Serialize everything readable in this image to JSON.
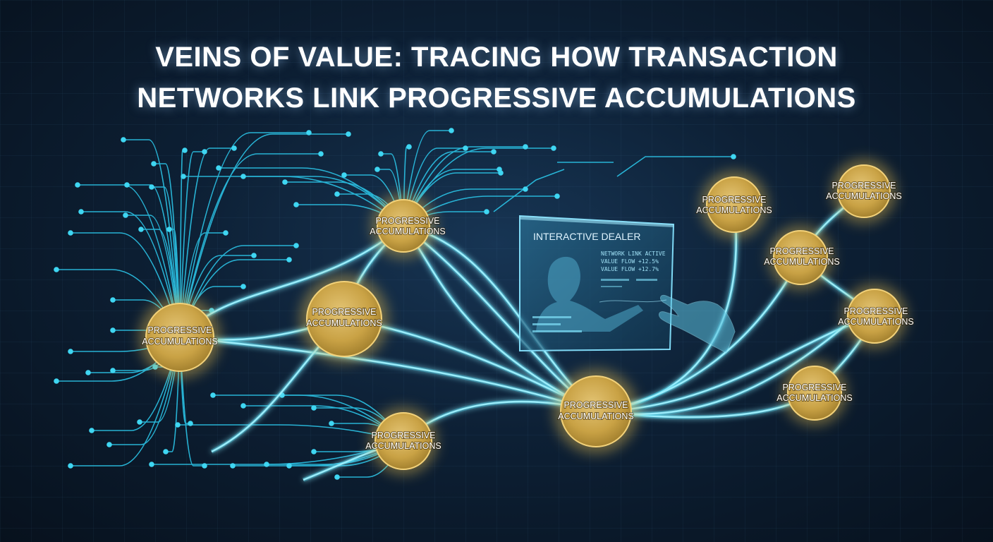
{
  "title": {
    "line1": "VEINS OF VALUE: TRACING HOW TRANSACTION",
    "line2": "NETWORKS LINK PROGRESSIVE ACCUMULATIONS"
  },
  "nodes": {
    "n1": {
      "line1": "PROGRESSIVE",
      "line2": "ACCUMULATIONS"
    },
    "n2": {
      "line1": "PROGRESSIVE",
      "line2": "ACCUMULATIONS"
    },
    "n3": {
      "line1": "PROGRESSIVE",
      "line2": "ACCUMULATIONS"
    },
    "n4": {
      "line1": "PROGRESSIVE",
      "line2": "ACCUMULATIONS"
    },
    "n5": {
      "line1": "PROGRESSIVE",
      "line2": "ACCUMULATIONS"
    },
    "n6": {
      "line1": "PROGRESSIVE",
      "line2": "ACCUMULATIONS"
    },
    "n7": {
      "line1": "PROGRESSIVE",
      "line2": "ACCUMULATIONS"
    },
    "n8": {
      "line1": "PROGRESSIVE",
      "line2": "ACCUMULATIONS"
    },
    "n9": {
      "line1": "PROGRESSIVE",
      "line2": "ACCUMULATIONS"
    },
    "n10": {
      "line1": "PROGRESSIVE",
      "line2": "ACCUMULATIONS"
    }
  },
  "panel": {
    "title": "INTERACTIVE DEALER",
    "line1": "NETWORK LINK ACTIVE",
    "line2": "VALUE FLOW +12.5%",
    "line3": "VALUE FLOW +12.7%"
  },
  "colors": {
    "vein": "#3fd6f2",
    "node_fill": "#c9a245",
    "node_rim": "#f3d27a",
    "background": "#0b1a2b",
    "title": "#ffffff"
  }
}
